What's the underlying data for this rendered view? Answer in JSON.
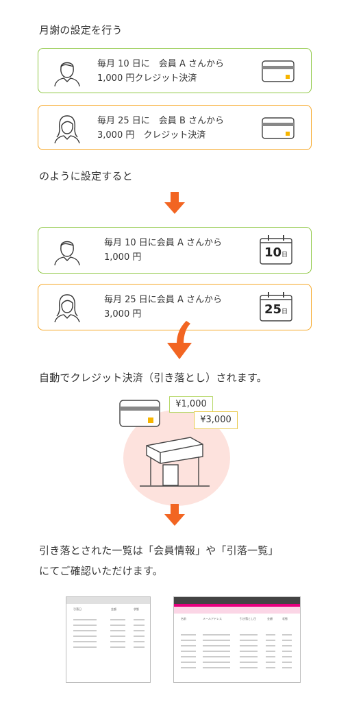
{
  "intro": "月謝の設定を行う",
  "setup_cards": [
    {
      "line1": "毎月 10 日に　会員 A さんから",
      "line2": "1,000 円クレジット決済",
      "border": "#8cc63f",
      "person": "male-icon"
    },
    {
      "line1": "毎月 25 日に　会員 B さんから",
      "line2": "3,000 円　クレジット決済",
      "border": "#f6a623",
      "person": "female-icon"
    }
  ],
  "after_setup": "のように設定すると",
  "schedule_cards": [
    {
      "line1": "毎月 10 日に会員 A さんから",
      "line2": "1,000 円",
      "day": "10",
      "day_suffix": "日",
      "border": "#8cc63f"
    },
    {
      "line1": "毎月 25 日に会員 A さんから",
      "line2": "3,000 円",
      "day": "25",
      "day_suffix": "日",
      "border": "#f6a623"
    }
  ],
  "auto_charge": "自動でクレジット決済（引き落とし）されます。",
  "receipts": {
    "a": "¥1,000",
    "b": "¥3,000"
  },
  "result_line1": "引き落とされた一覧は「会員情報」や「引落一覧」",
  "result_line2": "にてご確認いただけます。",
  "colors": {
    "green": "#8cc63f",
    "orange": "#f6a623",
    "arrow": "#f26522",
    "pink_circle": "#fde2dd",
    "yellow_chip": "#f7b500"
  },
  "list_left_headers": [
    "引落日",
    "金額",
    "状態"
  ],
  "list_right_headers": [
    "名前",
    "メールアドレス",
    "引き落とし日",
    "金額",
    "状態"
  ]
}
